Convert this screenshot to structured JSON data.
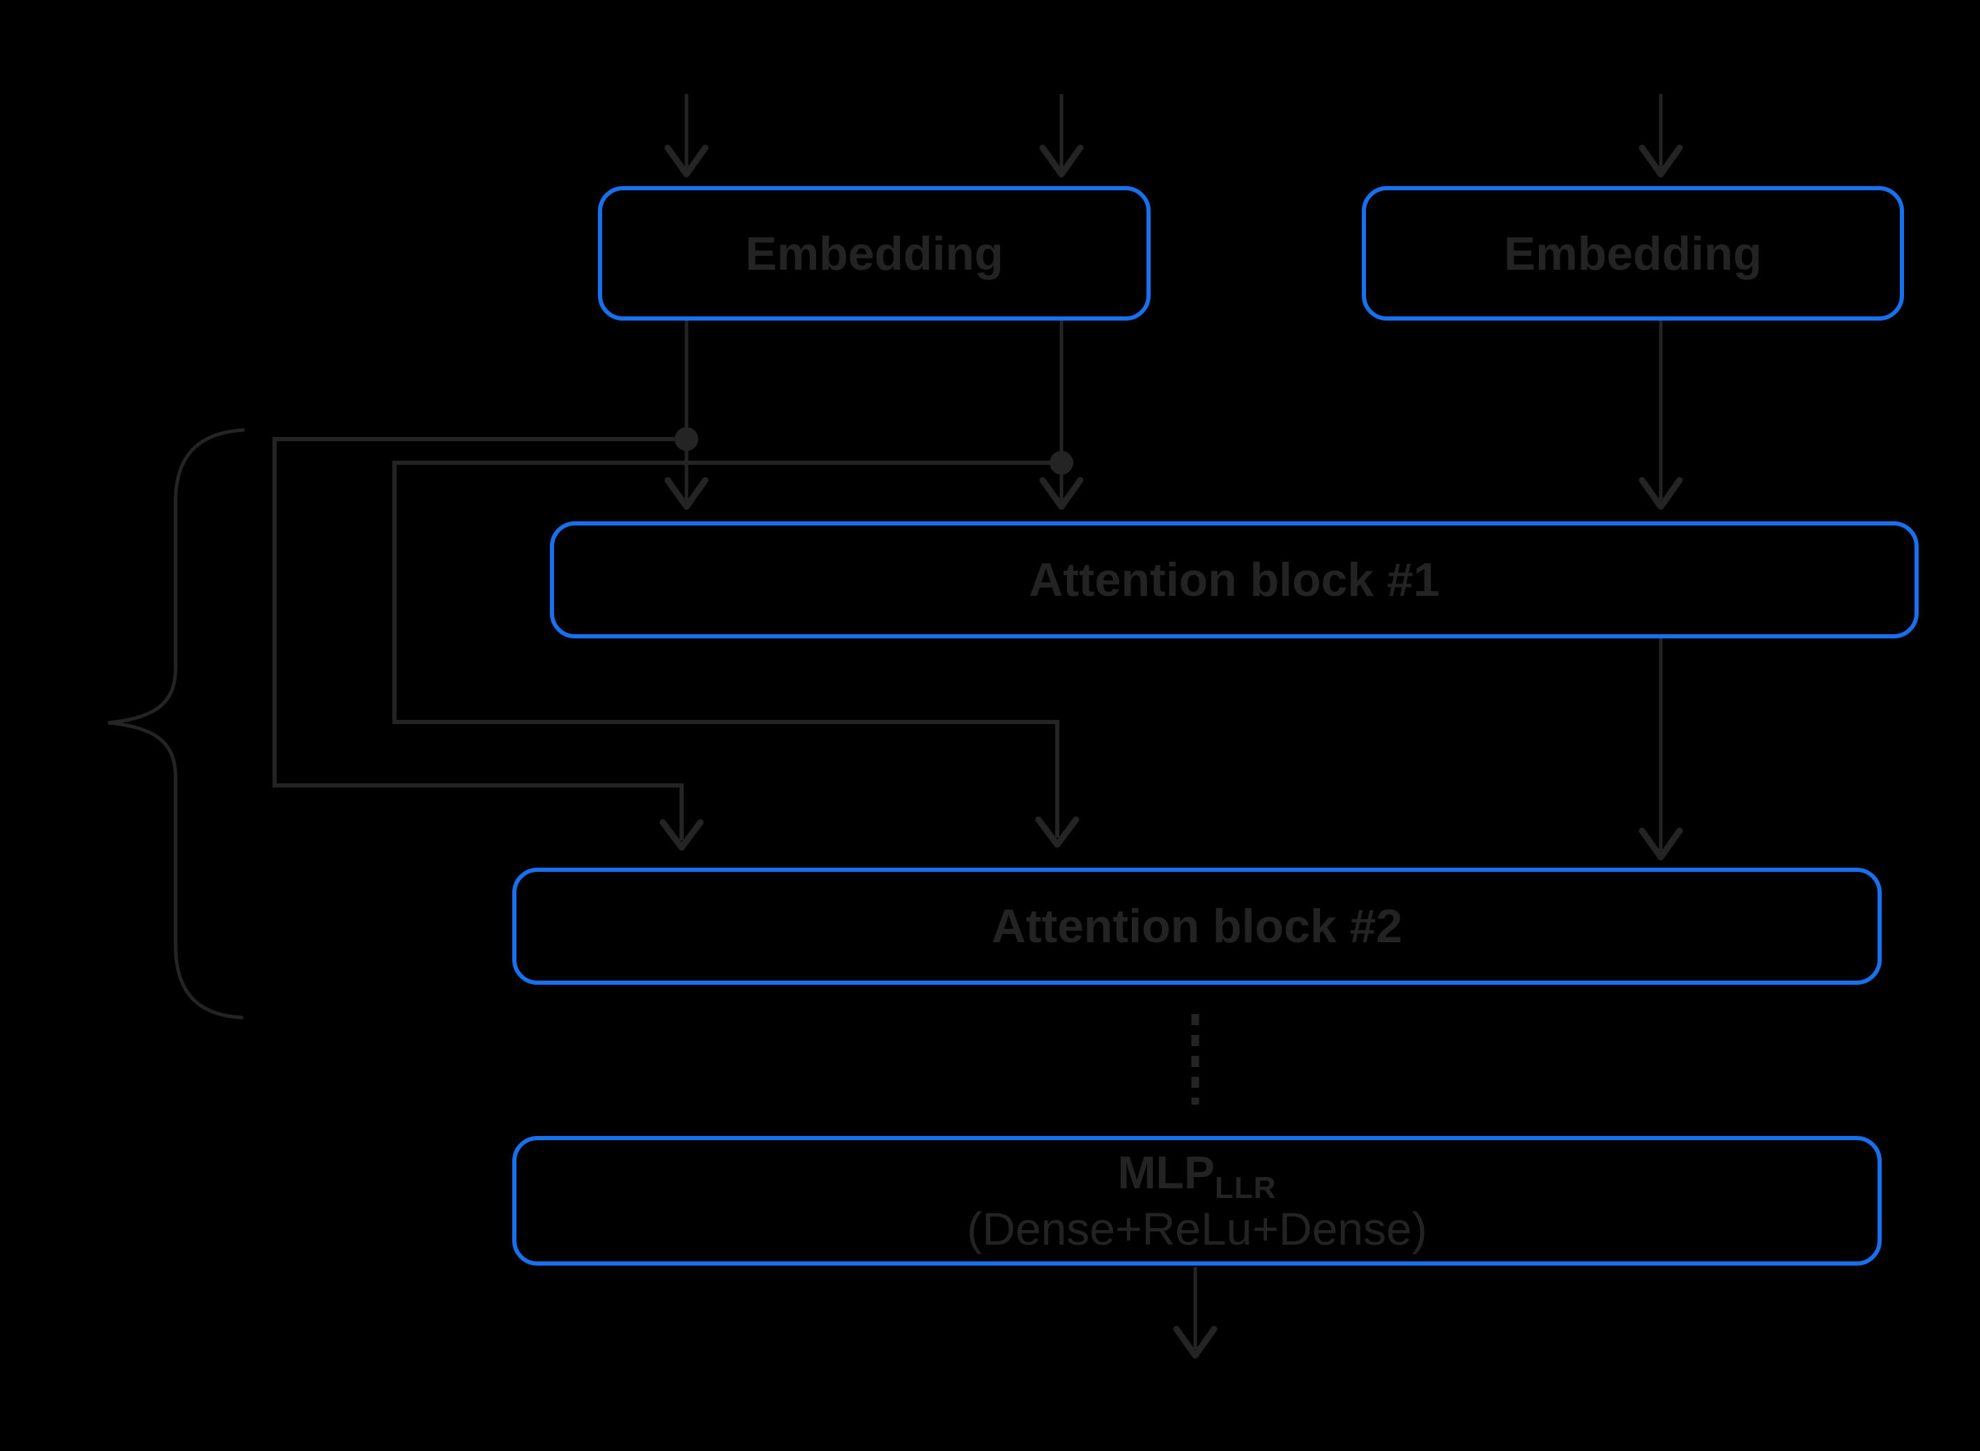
{
  "colors": {
    "bg": "#000000",
    "box-border": "#1870ee",
    "line": "#242424",
    "text": "#232323"
  },
  "nodes": {
    "embedding_left": {
      "label": "Embedding"
    },
    "embedding_right": {
      "label": "Embedding"
    },
    "attention_block_1": {
      "label": "Attention block #1"
    },
    "attention_block_2": {
      "label": "Attention block #2"
    },
    "mlp": {
      "label_main": "MLP",
      "label_subscript": "LLR",
      "label_line2": "(Dense+ReLu+Dense)"
    }
  },
  "connections": [
    {
      "name": "input-arrow-1",
      "to": "embedding_left",
      "style": "arrow"
    },
    {
      "name": "input-arrow-2",
      "to": "embedding_left",
      "style": "arrow"
    },
    {
      "name": "input-arrow-3",
      "to": "embedding_right",
      "style": "arrow"
    },
    {
      "name": "embedding-left-to-attention1-left",
      "from": "embedding_left",
      "to": "attention_block_1",
      "style": "arrow-with-junction-dot"
    },
    {
      "name": "embedding-left-to-attention1-right",
      "from": "embedding_left",
      "to": "attention_block_1",
      "style": "arrow-with-junction-dot"
    },
    {
      "name": "embedding-right-to-attention1",
      "from": "embedding_right",
      "to": "attention_block_1",
      "style": "arrow"
    },
    {
      "name": "skip-outer-to-attention2",
      "from": "embedding_left",
      "to": "attention_block_2",
      "style": "arrow"
    },
    {
      "name": "skip-inner-to-attention2",
      "from": "embedding_left",
      "to": "attention_block_2",
      "style": "arrow"
    },
    {
      "name": "attention1-to-attention2",
      "from": "attention_block_1",
      "to": "attention_block_2",
      "style": "arrow"
    },
    {
      "name": "attention2-to-mlp-ellipsis",
      "from": "attention_block_2",
      "to": "mlp",
      "style": "dotted"
    },
    {
      "name": "mlp-output",
      "from": "mlp",
      "style": "arrow"
    }
  ],
  "annotations": [
    {
      "name": "grouping-brace",
      "side": "left"
    }
  ]
}
